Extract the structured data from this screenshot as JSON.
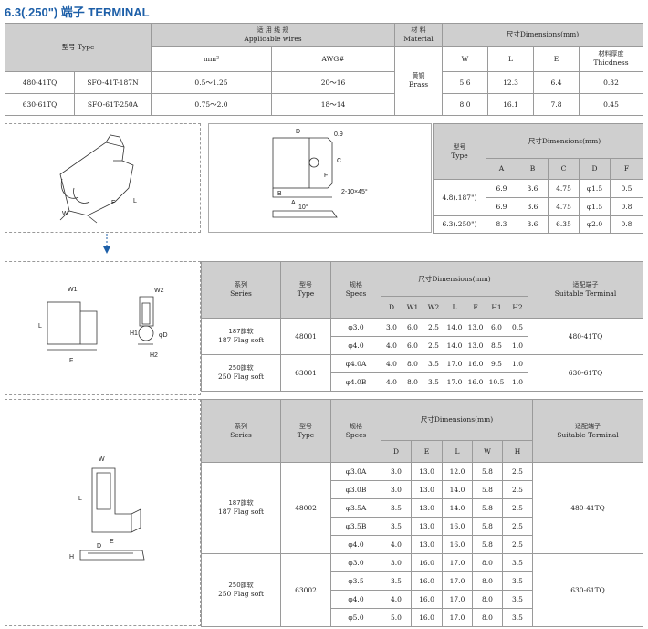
{
  "title": "6.3(.250\") 端子 TERMINAL",
  "top_table": {
    "type_zh": "型号",
    "type_en": "Type",
    "wires_zh": "适 用 线 规",
    "wires_en": "Applicable wires",
    "mm2": "mm²",
    "awg": "AWG#",
    "material_zh": "材 料",
    "material_en": "Material",
    "dims_zh": "尺寸",
    "dims_en": "Dimensions(mm)",
    "W": "W",
    "L": "L",
    "E": "E",
    "thick_zh": "材料厚度",
    "thick_en": "Thicdness",
    "brass_zh": "黄铜",
    "brass_en": "Brass",
    "rows": [
      {
        "code": "480-41TQ",
        "model": "SFO-41T-187N",
        "mm2": "0.5～1.25",
        "awg": "20～16",
        "W": "5.6",
        "L": "12.3",
        "E": "6.4",
        "T": "0.32"
      },
      {
        "code": "630-61TQ",
        "model": "SFO-61T-250A",
        "mm2": "0.75～2.0",
        "awg": "18～14",
        "W": "8.0",
        "L": "16.1",
        "E": "7.8",
        "T": "0.45"
      }
    ]
  },
  "tab_table": {
    "type_zh": "型号",
    "type_en": "Type",
    "dims_zh": "尺寸",
    "dims_en": "Dimensions(mm)",
    "cols": [
      "A",
      "B",
      "C",
      "D",
      "F"
    ],
    "groups": [
      {
        "label": "4.8(.187\")",
        "rows": [
          [
            "6.9",
            "3.6",
            "4.75",
            "φ1.5",
            "0.5"
          ],
          [
            "6.9",
            "3.6",
            "4.75",
            "φ1.5",
            "0.8"
          ]
        ]
      },
      {
        "label": "6.3(.250\")",
        "rows": [
          [
            "8.3",
            "3.6",
            "6.35",
            "φ2.0",
            "0.8"
          ]
        ]
      }
    ]
  },
  "drawing_labels": {
    "d": "D",
    "c": "C",
    "f": "F",
    "a": "A",
    "b": "B",
    "nine": "0.9",
    "chamfer": "2-10×45°",
    "ten": "10°",
    "w": "W",
    "e": "E",
    "l": "L",
    "w1": "W1",
    "w2": "W2",
    "h1": "H1",
    "h2": "H2",
    "phi": "φD",
    "h": "H"
  },
  "mid_table": {
    "series_zh": "系列",
    "series_en": "Series",
    "type_zh": "型号",
    "type_en": "Type",
    "specs_zh": "规格",
    "specs_en": "Specs",
    "dims_zh": "尺寸",
    "dims_en": "Dimensions(mm)",
    "suit_zh": "适配端子",
    "suit_en": "Suitable Terminal",
    "cols": [
      "D",
      "W1",
      "W2",
      "L",
      "F",
      "H1",
      "H2"
    ],
    "groups": [
      {
        "series_zh": "187旗软",
        "series_en": "187 Flag soft",
        "type": "48001",
        "suit": "480-41TQ",
        "rows": [
          [
            "φ3.0",
            "3.0",
            "6.0",
            "2.5",
            "14.0",
            "13.0",
            "6.0",
            "0.5"
          ],
          [
            "φ4.0",
            "4.0",
            "6.0",
            "2.5",
            "14.0",
            "13.0",
            "8.5",
            "1.0"
          ]
        ]
      },
      {
        "series_zh": "250旗软",
        "series_en": "250 Flag soft",
        "type": "63001",
        "suit": "630-61TQ",
        "rows": [
          [
            "φ4.0A",
            "4.0",
            "8.0",
            "3.5",
            "17.0",
            "16.0",
            "9.5",
            "1.0"
          ],
          [
            "φ4.0B",
            "4.0",
            "8.0",
            "3.5",
            "17.0",
            "16.0",
            "10.5",
            "1.0"
          ]
        ]
      }
    ]
  },
  "bot_table": {
    "series_zh": "系列",
    "series_en": "Series",
    "type_zh": "型号",
    "type_en": "Type",
    "specs_zh": "规格",
    "specs_en": "Specs",
    "dims_zh": "尺寸",
    "dims_en": "Dimensions(mm)",
    "suit_zh": "适配端子",
    "suit_en": "Suitable Terminal",
    "cols": [
      "D",
      "E",
      "L",
      "W",
      "H"
    ],
    "groups": [
      {
        "series_zh": "187旗软",
        "series_en": "187 Flag soft",
        "type": "48002",
        "suit": "480-41TQ",
        "rows": [
          [
            "φ3.0A",
            "3.0",
            "13.0",
            "12.0",
            "5.8",
            "2.5"
          ],
          [
            "φ3.0B",
            "3.0",
            "13.0",
            "14.0",
            "5.8",
            "2.5"
          ],
          [
            "φ3.5A",
            "3.5",
            "13.0",
            "14.0",
            "5.8",
            "2.5"
          ],
          [
            "φ3.5B",
            "3.5",
            "13.0",
            "16.0",
            "5.8",
            "2.5"
          ],
          [
            "φ4.0",
            "4.0",
            "13.0",
            "16.0",
            "5.8",
            "2.5"
          ]
        ]
      },
      {
        "series_zh": "250旗软",
        "series_en": "250 Flag soft",
        "type": "63002",
        "suit": "630-61TQ",
        "rows": [
          [
            "φ3.0",
            "3.0",
            "16.0",
            "17.0",
            "8.0",
            "3.5"
          ],
          [
            "φ3.5",
            "3.5",
            "16.0",
            "17.0",
            "8.0",
            "3.5"
          ],
          [
            "φ4.0",
            "4.0",
            "16.0",
            "17.0",
            "8.0",
            "3.5"
          ],
          [
            "φ5.0",
            "5.0",
            "16.0",
            "17.0",
            "8.0",
            "3.5"
          ]
        ]
      }
    ]
  }
}
